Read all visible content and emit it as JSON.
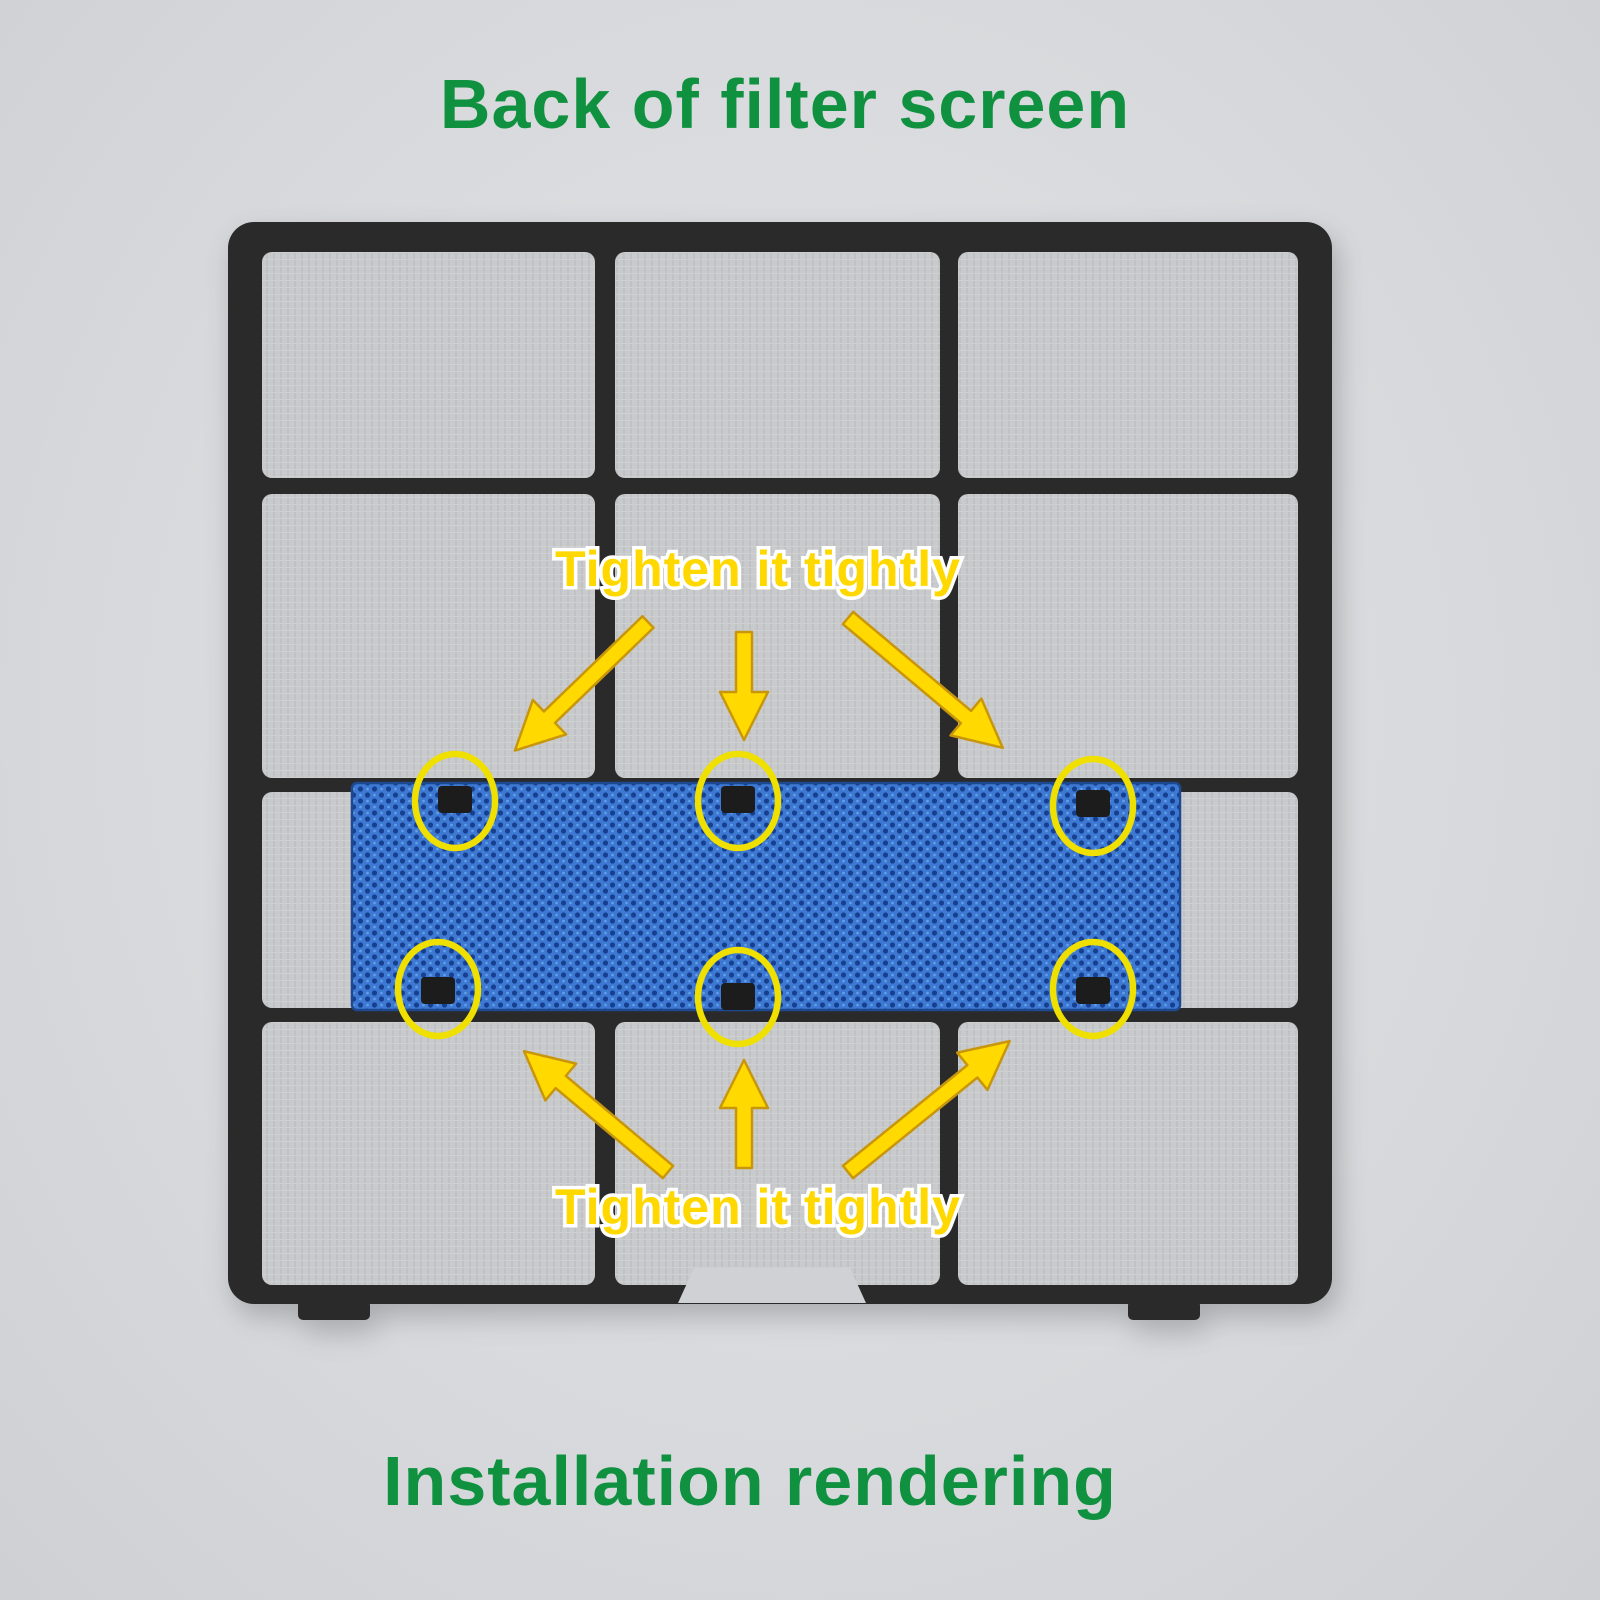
{
  "page": {
    "title_top": "Back of filter screen",
    "title_bottom": "Installation rendering"
  },
  "annotations": {
    "tighten_top": "Tighten it tightly",
    "tighten_bottom": "Tighten it tightly"
  },
  "colors": {
    "background": "#d9dbde",
    "heading_green": "#0f9140",
    "label_yellow": "#ffd800",
    "label_outline": "#ffffff",
    "arrow_yellow": "#ffd900",
    "circle_yellow": "#f0e000",
    "frame_black": "#2a2a2a",
    "mesh_gray": "#c9cacb",
    "filter_pad_blue": "#3c78d2"
  }
}
